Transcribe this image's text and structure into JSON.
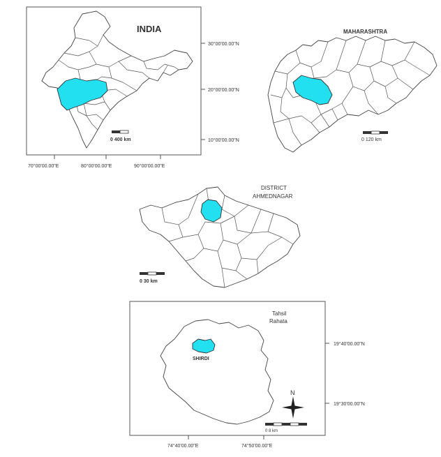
{
  "colors": {
    "highlight": "#22e0f0",
    "outline": "#444444"
  },
  "panel_india": {
    "title": "INDIA",
    "lat_labels": [
      "30°00'00.00\"N",
      "20°00'00.00\"N",
      "10°00'00.00\"N"
    ],
    "lon_labels": [
      "70°00'00.00\"E",
      "80°00'00.00\"E",
      "90°00'00.00\"E"
    ],
    "scale_label": "0   400 km"
  },
  "panel_maharashtra": {
    "title": "MAHARASHTRA",
    "scale_label": "0   120 km"
  },
  "panel_district": {
    "title_line1": "DISTRICT",
    "title_line2": "AHMEDNAGAR",
    "scale_label": "0   30 km"
  },
  "panel_tahsil": {
    "title_line1": "Tahsil",
    "title_line2": "Rahata",
    "place_label": "SHIRDI",
    "north_label": "N",
    "lat_labels": [
      "19°40'00.00\"N",
      "19°30'00.00\"N"
    ],
    "lon_labels": [
      "74°40'00.00\"E",
      "74°50'00.00\"E"
    ],
    "scale_label": "0          8 km"
  }
}
